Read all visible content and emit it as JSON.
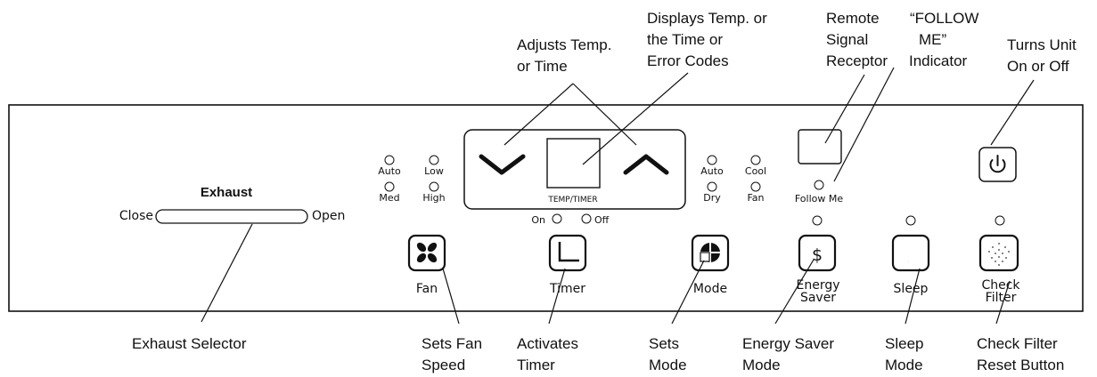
{
  "callouts": {
    "adjusts": [
      "Adjusts Temp.",
      "or Time"
    ],
    "displays": [
      "Displays Temp. or",
      "the Time or",
      "Error Codes"
    ],
    "remote": [
      "Remote",
      "Signal",
      "Receptor"
    ],
    "follow": [
      "“FOLLOW",
      "ME”",
      "Indicator"
    ],
    "power": [
      "Turns Unit",
      "On or Off"
    ],
    "exhaust": [
      "Exhaust Selector"
    ],
    "fan": [
      "Sets Fan",
      "Speed"
    ],
    "timer": [
      "Activates",
      "Timer"
    ],
    "mode": [
      "Sets",
      "Mode"
    ],
    "energy": [
      "Energy Saver",
      "Mode"
    ],
    "sleep": [
      "Sleep",
      "Mode"
    ],
    "filter": [
      "Check Filter",
      "Reset Button"
    ]
  },
  "panel": {
    "exhaust_title": "Exhaust",
    "close": "Close",
    "open": "Open",
    "fan_speed": {
      "auto": "Auto",
      "low": "Low",
      "med": "Med",
      "high": "High"
    },
    "display_label": "TEMP/TIMER",
    "timer_on": "On",
    "timer_off": "Off",
    "mode_leds": {
      "auto": "Auto",
      "cool": "Cool",
      "dry": "Dry",
      "fan": "Fan"
    },
    "follow_me": "Follow Me",
    "buttons": {
      "fan": "Fan",
      "timer": "Timer",
      "mode": "Mode",
      "energy": [
        "Energy",
        "Saver"
      ],
      "sleep": "Sleep",
      "filter": [
        "Check",
        "Filter"
      ]
    }
  }
}
